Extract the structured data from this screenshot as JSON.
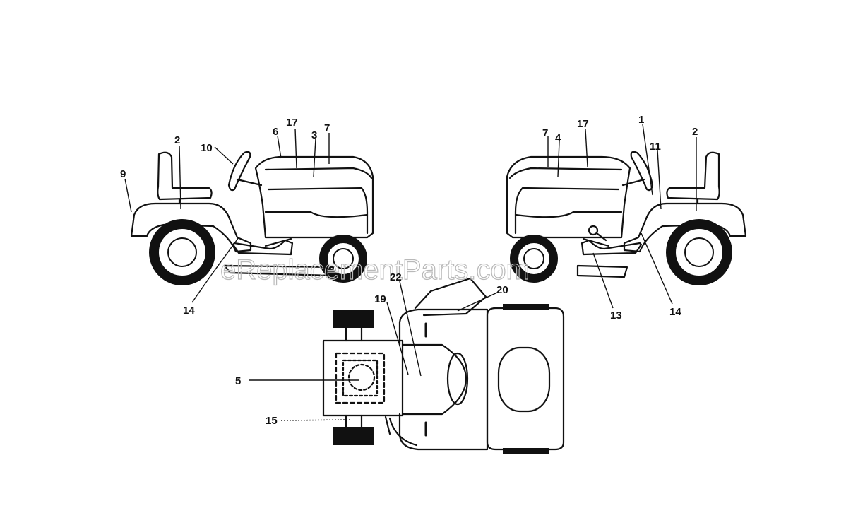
{
  "header": {
    "segments": [
      "",
      "",
      "",
      "",
      ""
    ]
  },
  "callouts": {
    "c1": "1",
    "c2a": "2",
    "c2b": "2",
    "c3": "3",
    "c4": "4",
    "c5": "5",
    "c6": "6",
    "c7a": "7",
    "c7b": "7",
    "c9": "9",
    "c10": "10",
    "c11": "11",
    "c13": "13",
    "c14a": "14",
    "c14b": "14",
    "c15": "15",
    "c17a": "17",
    "c17b": "17",
    "c19": "19",
    "c20": "20",
    "c22": "22"
  },
  "watermark": "eReplacementParts.com"
}
